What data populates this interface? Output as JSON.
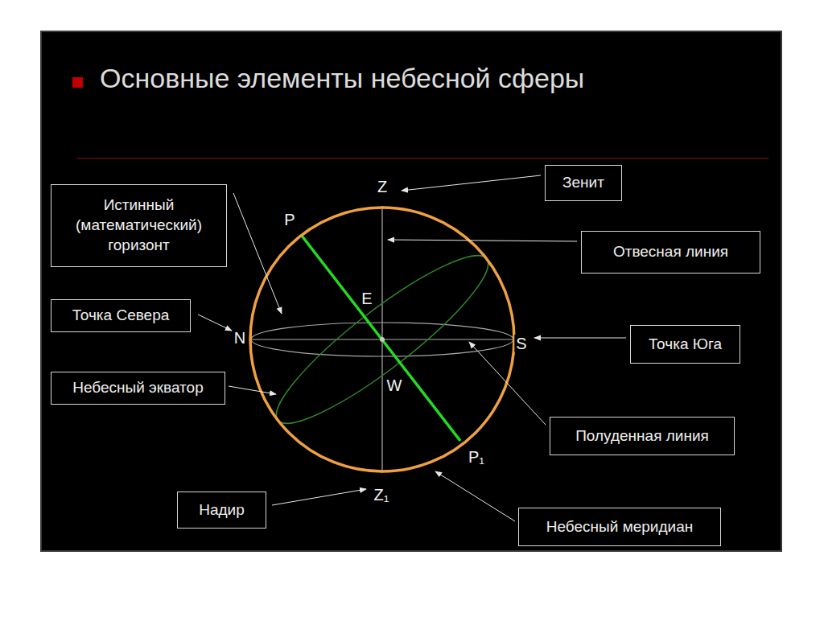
{
  "diagram": {
    "title": "Основные элементы небесной сферы",
    "nodes": [
      {
        "text": [
          "Истинный (математический) горизонт"
        ]
      },
      {
        "text": [
          "Зенит"
        ]
      },
      {
        "text": [
          "Отвесная линия"
        ]
      },
      {
        "text": [
          "Точка Севера"
        ]
      },
      {
        "text": [
          "Точка Юга"
        ]
      },
      {
        "text": [
          "Небесный экватор"
        ]
      },
      {
        "text": [
          "Полуденная линия"
        ]
      },
      {
        "text": [
          "Надир"
        ]
      },
      {
        "text": [
          "Небесный меридиан"
        ]
      }
    ],
    "labels": [
      "Z",
      "P",
      "E",
      "N",
      "S",
      "W",
      "P₁",
      "Z₁"
    ]
  }
}
